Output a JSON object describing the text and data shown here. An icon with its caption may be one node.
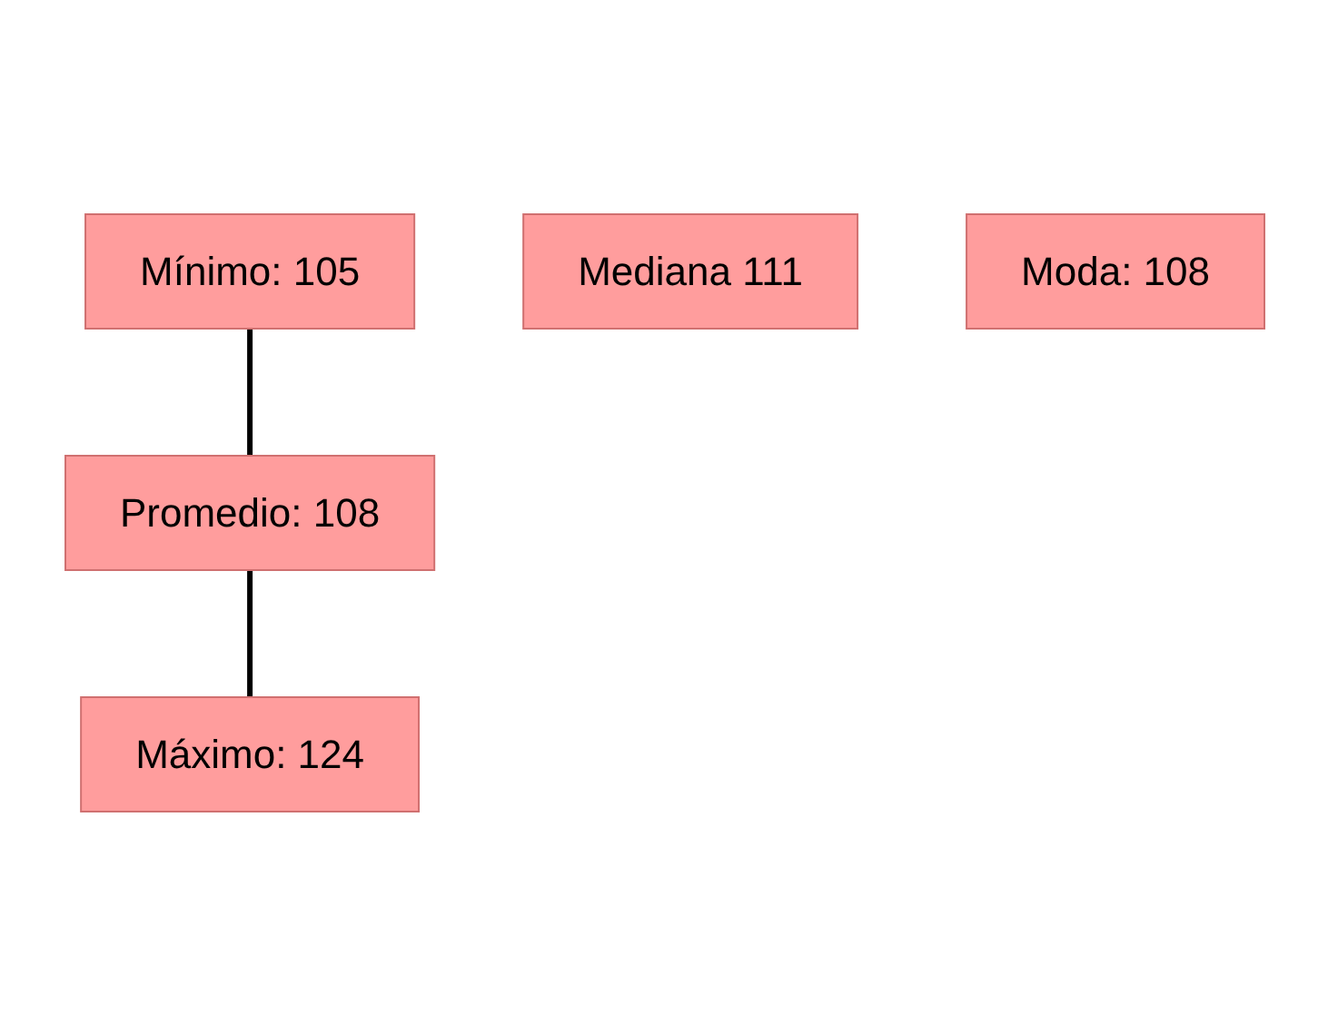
{
  "diagram": {
    "nodes": [
      {
        "text": [
          "Mínimo: 105"
        ]
      },
      {
        "text": [
          "Promedio: 108"
        ]
      },
      {
        "text": [
          "Máximo: 124"
        ]
      },
      {
        "text": [
          "Mediana 111"
        ]
      },
      {
        "text": [
          "Moda: 108"
        ]
      }
    ],
    "edges": [
      {
        "from": 0,
        "to": 1,
        "arrow": "none"
      },
      {
        "from": 1,
        "to": 2,
        "arrow": "none"
      }
    ]
  }
}
